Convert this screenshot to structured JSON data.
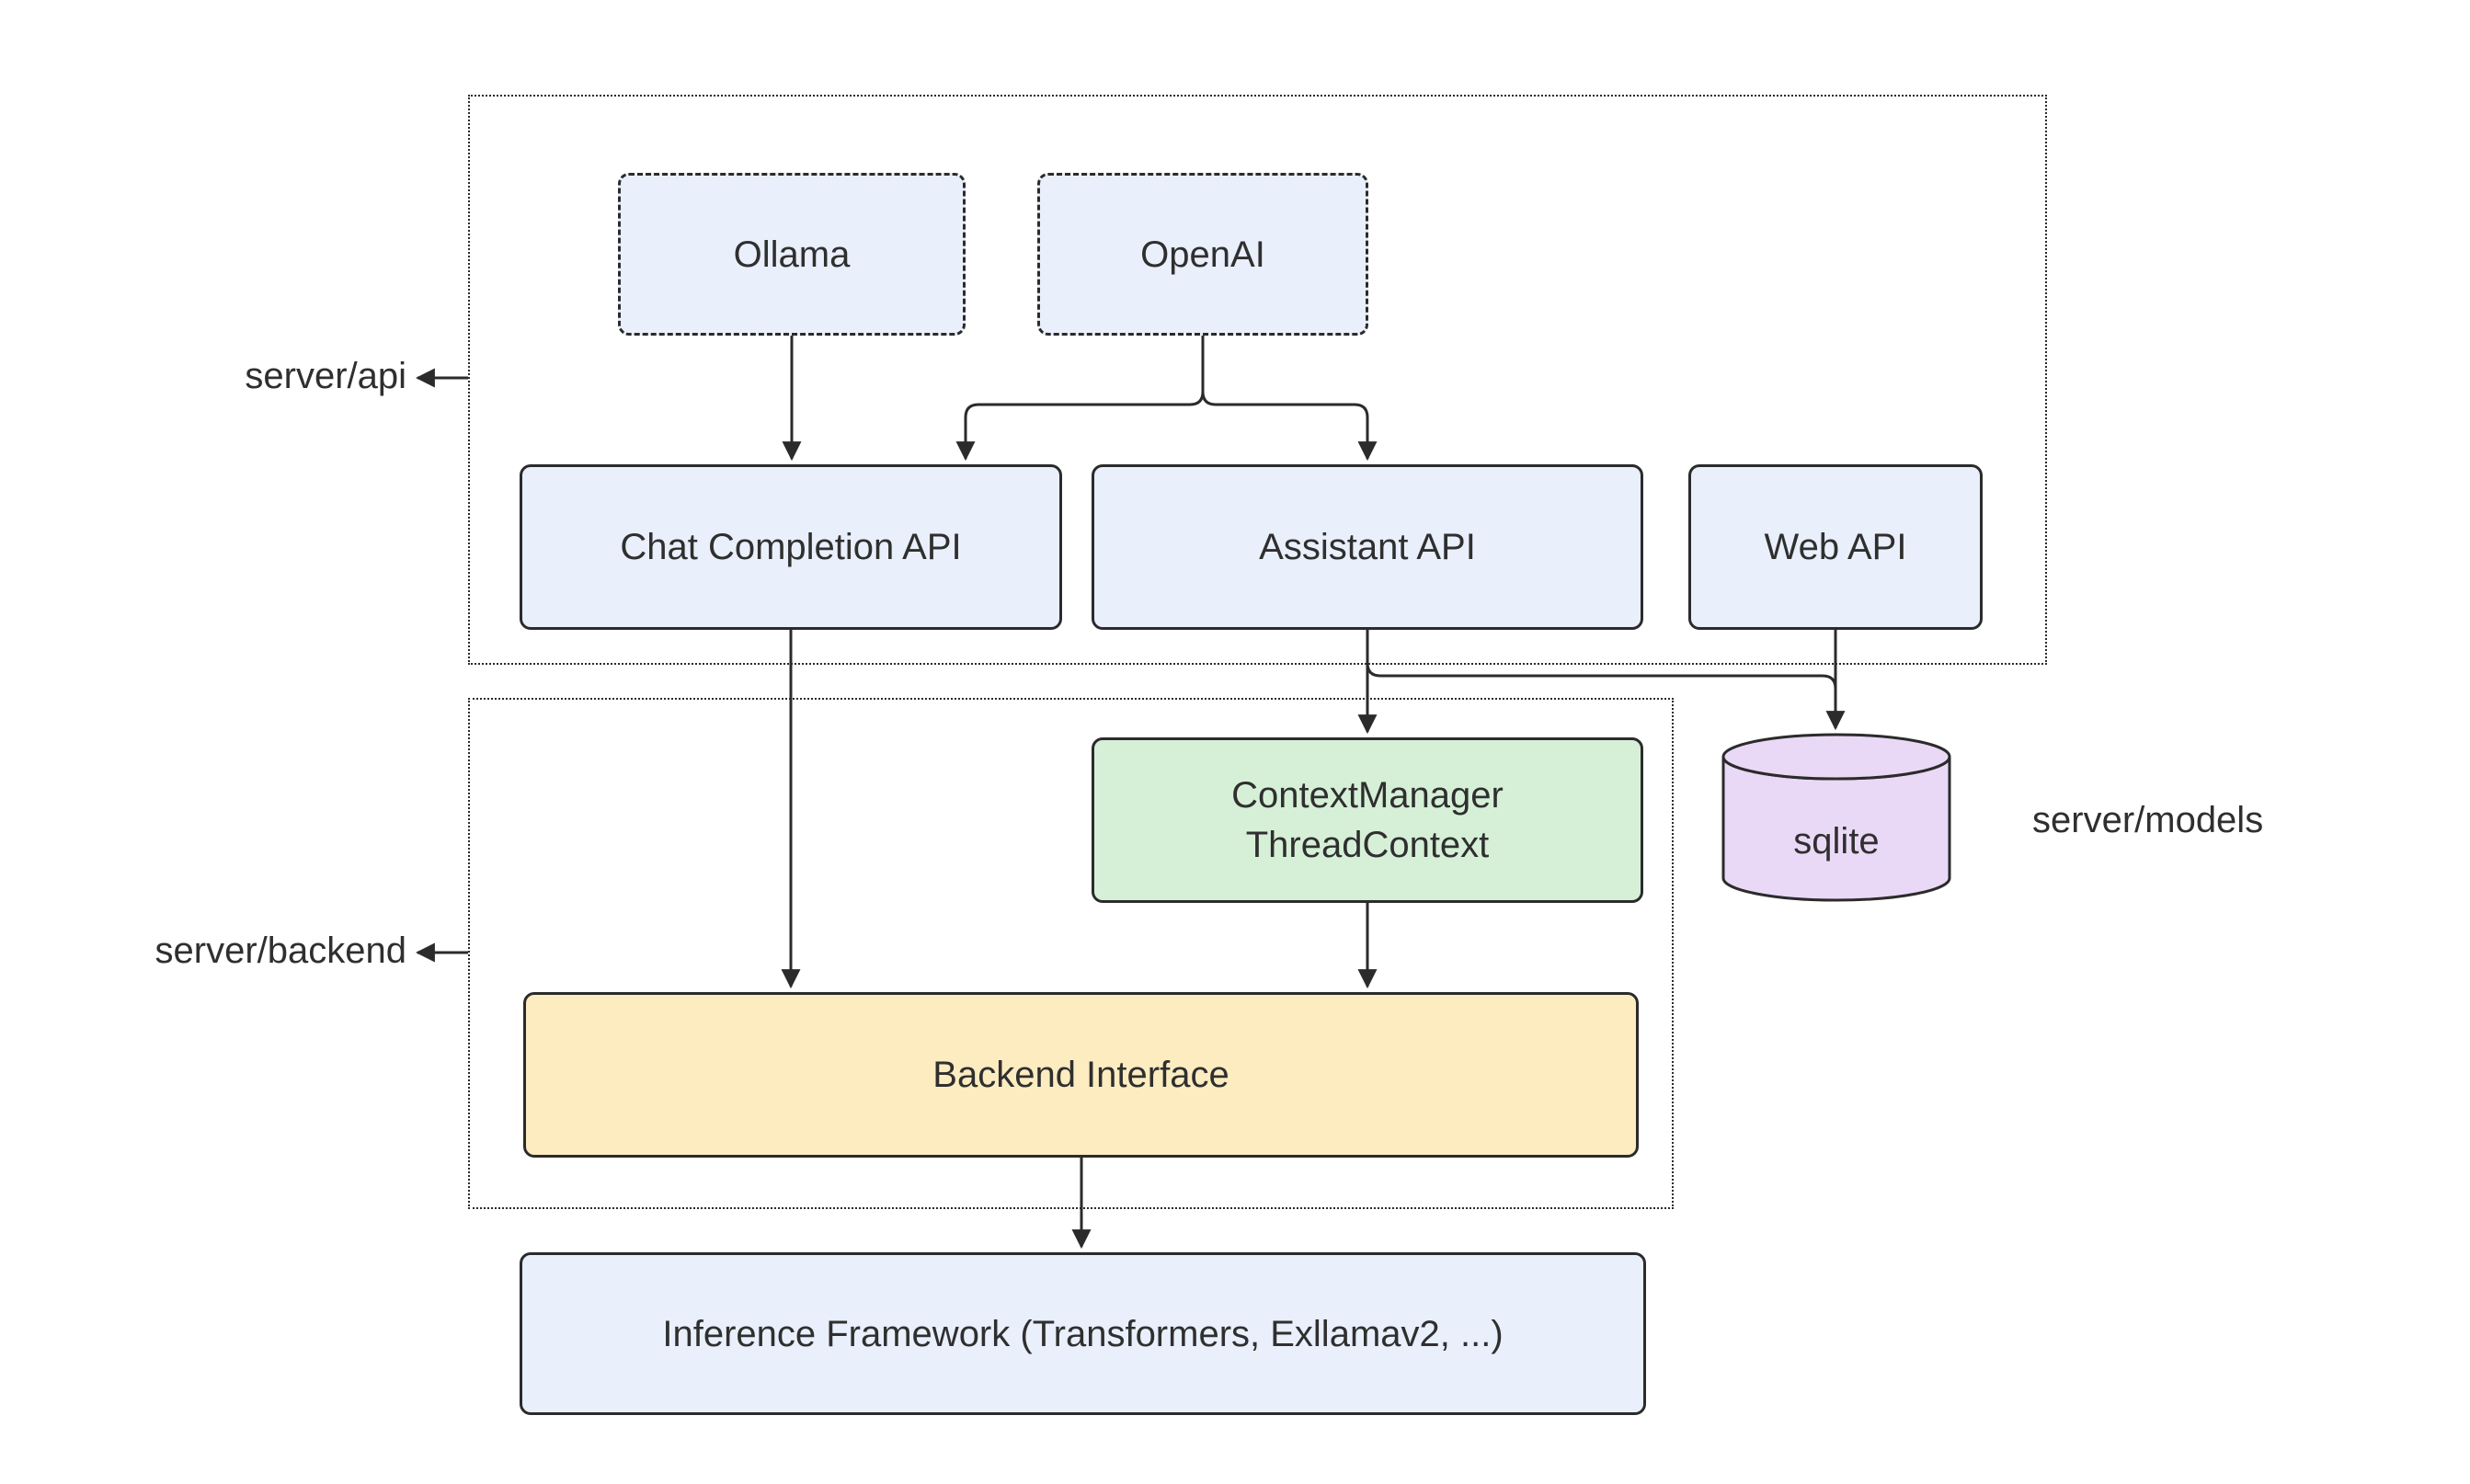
{
  "colors": {
    "bg": "#ffffff",
    "border": "#2b2b2b",
    "text": "#2f2f2f",
    "node_fill": "#e9effb",
    "green_fill": "#d6f0d8",
    "yellow_fill": "#fcecc0",
    "purple_fill": "#e9d9f6"
  },
  "clusters": {
    "api": {
      "label": "server/api"
    },
    "backend": {
      "label": "server/backend"
    },
    "models": {
      "label": "server/models"
    }
  },
  "nodes": {
    "ollama": {
      "label": "Ollama"
    },
    "openai": {
      "label": "OpenAI"
    },
    "chat_completion": {
      "label": "Chat Completion API"
    },
    "assistant": {
      "label": "Assistant API"
    },
    "web": {
      "label": "Web API"
    },
    "context_manager": {
      "lines": [
        "ContextManager",
        "ThreadContext"
      ]
    },
    "sqlite": {
      "label": "sqlite"
    },
    "backend_interface": {
      "label": "Backend Interface"
    },
    "inference": {
      "label": "Inference Framework (Transformers, Exllamav2, ...)"
    }
  }
}
